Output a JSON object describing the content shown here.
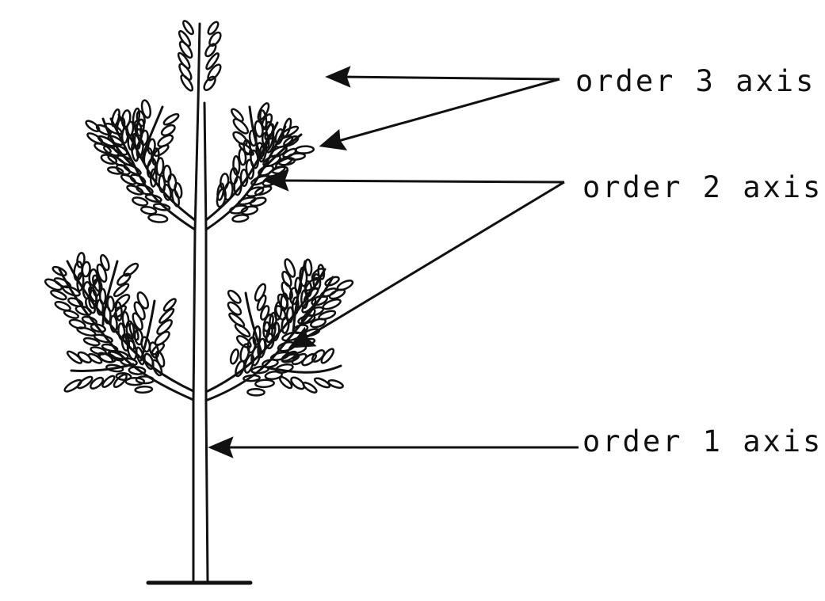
{
  "labels": {
    "order3": "order 3 axis",
    "order2": "order 2 axis",
    "order1": "order 1 axis"
  },
  "colors": {
    "ink": "#111111",
    "background": "#ffffff"
  }
}
